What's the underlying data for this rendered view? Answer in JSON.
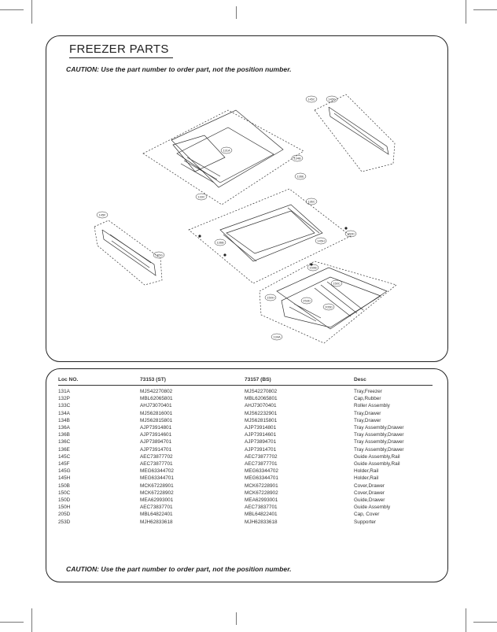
{
  "page_title": "FREEZER PARTS",
  "caution_text": "CAUTION: Use the part number to order part, not the position number.",
  "callouts": [
    "145C",
    "145D",
    "131A",
    "134B",
    "136E",
    "133C",
    "145F",
    "145G",
    "136C",
    "136B",
    "150D",
    "145H",
    "150B",
    "150C",
    "150H",
    "253D",
    "205D",
    "134A"
  ],
  "table": {
    "headers": [
      "Loc NO.",
      "73153 (ST)",
      "73157 (BS)",
      "Desc"
    ],
    "rows": [
      [
        "131A",
        "MJS42270802",
        "MJS42270802",
        "Tray,Freezer"
      ],
      [
        "132P",
        "MBL62065801",
        "MBL62065801",
        "Cap,Rubber"
      ],
      [
        "133C",
        "AHJ73070401",
        "AHJ73070401",
        "Roller Assembly"
      ],
      [
        "134A",
        "MJS62816001",
        "MJS62232901",
        "Tray,Drawer"
      ],
      [
        "134B",
        "MJS62815801",
        "MJS62815801",
        "Tray,Drawer"
      ],
      [
        "136A",
        "AJP73914801",
        "AJP73914801",
        "Tray Assembly,Drawer"
      ],
      [
        "136B",
        "AJP73914601",
        "AJP73914601",
        "Tray Assembly,Drawer"
      ],
      [
        "136C",
        "AJP73894701",
        "AJP73894701",
        "Tray Assembly,Drawer"
      ],
      [
        "136E",
        "AJP73914701",
        "AJP73914701",
        "Tray Assembly,Drawer"
      ],
      [
        "145C",
        "AEC73877702",
        "AEC73877702",
        "Guide Assembly,Rail"
      ],
      [
        "145F",
        "AEC73877701",
        "AEC73877701",
        "Guide Assembly,Rail"
      ],
      [
        "145G",
        "MEG63344702",
        "MEG63344702",
        "Holder,Rail"
      ],
      [
        "145H",
        "MEG63344701",
        "MEG63344701",
        "Holder,Rail"
      ],
      [
        "150B",
        "MCK67228901",
        "MCK67228901",
        "Cover,Drawer"
      ],
      [
        "150C",
        "MCK67228902",
        "MCK67228902",
        "Cover,Drawer"
      ],
      [
        "150D",
        "MEA62993001",
        "MEA62993001",
        "Guide,Drawer"
      ],
      [
        "150H",
        "AEC73837701",
        "AEC73837701",
        "Guide Assembly"
      ],
      [
        "205D",
        "MBL64822401",
        "MBL64822401",
        "Cap, Cover"
      ],
      [
        "253D",
        "MJH62833618",
        "MJH62833618",
        "Supporter"
      ]
    ]
  }
}
